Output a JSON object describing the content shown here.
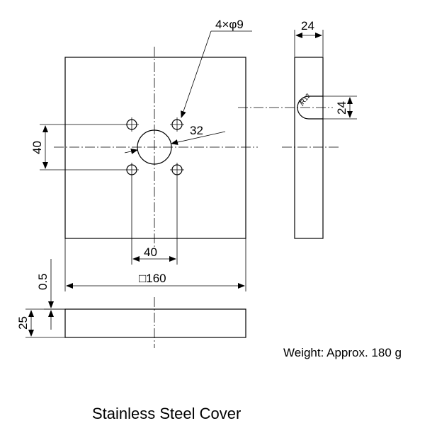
{
  "diagram": {
    "title": "Stainless Steel Cover",
    "weight": "Weight: Approx. 180 g",
    "dimensions": {
      "holes": "4×φ9",
      "center_hole": "32",
      "side_width": "24",
      "slot_height": "24",
      "slot_radius": "R12",
      "hole_spacing_vertical": "40",
      "hole_spacing_horizontal": "40",
      "plate_size": "□160",
      "thickness": "0.5",
      "front_height": "25"
    }
  }
}
